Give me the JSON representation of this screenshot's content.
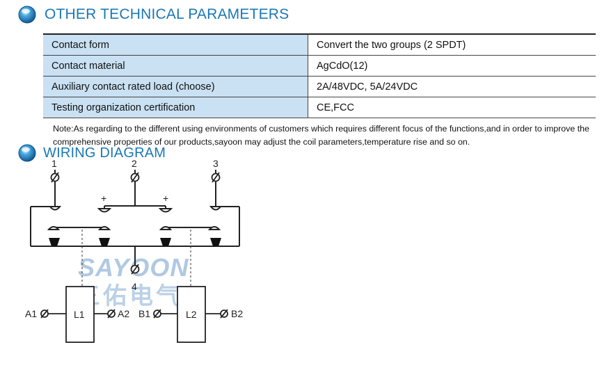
{
  "sections": {
    "params_title": "OTHER TECHNICAL PARAMETERS",
    "wiring_title": "WIRING DIAGRAM"
  },
  "params": [
    {
      "label": "Contact form",
      "value": "Convert the two groups (2 SPDT)"
    },
    {
      "label": "Contact material",
      "value": "AgCdO(12)"
    },
    {
      "label": "Auxiliary contact rated load (choose)",
      "value": "2A/48VDC, 5A/24VDC"
    },
    {
      "label": "Testing organization certification",
      "value": "CE,FCC"
    }
  ],
  "note": "Note:As regarding to the different using environments of customers which requires  different focus of the functions,and in order to improve the comprehensive properties of our products,sayoon may adjust the coil parameters,temperature rise and so on.",
  "diagram": {
    "terminals": [
      "1",
      "2",
      "3",
      "4"
    ],
    "polarity": [
      "+",
      "+"
    ],
    "coils": [
      "L1",
      "L2"
    ],
    "coil_pins": [
      "A1",
      "A2",
      "B1",
      "B2"
    ],
    "watermark_latin": "SAYOON",
    "watermark_cjk": "三佑电气"
  },
  "colors": {
    "title": "#1a78b6",
    "key_cell": "#c9e1f2",
    "watermark": "#8fb3d6"
  }
}
